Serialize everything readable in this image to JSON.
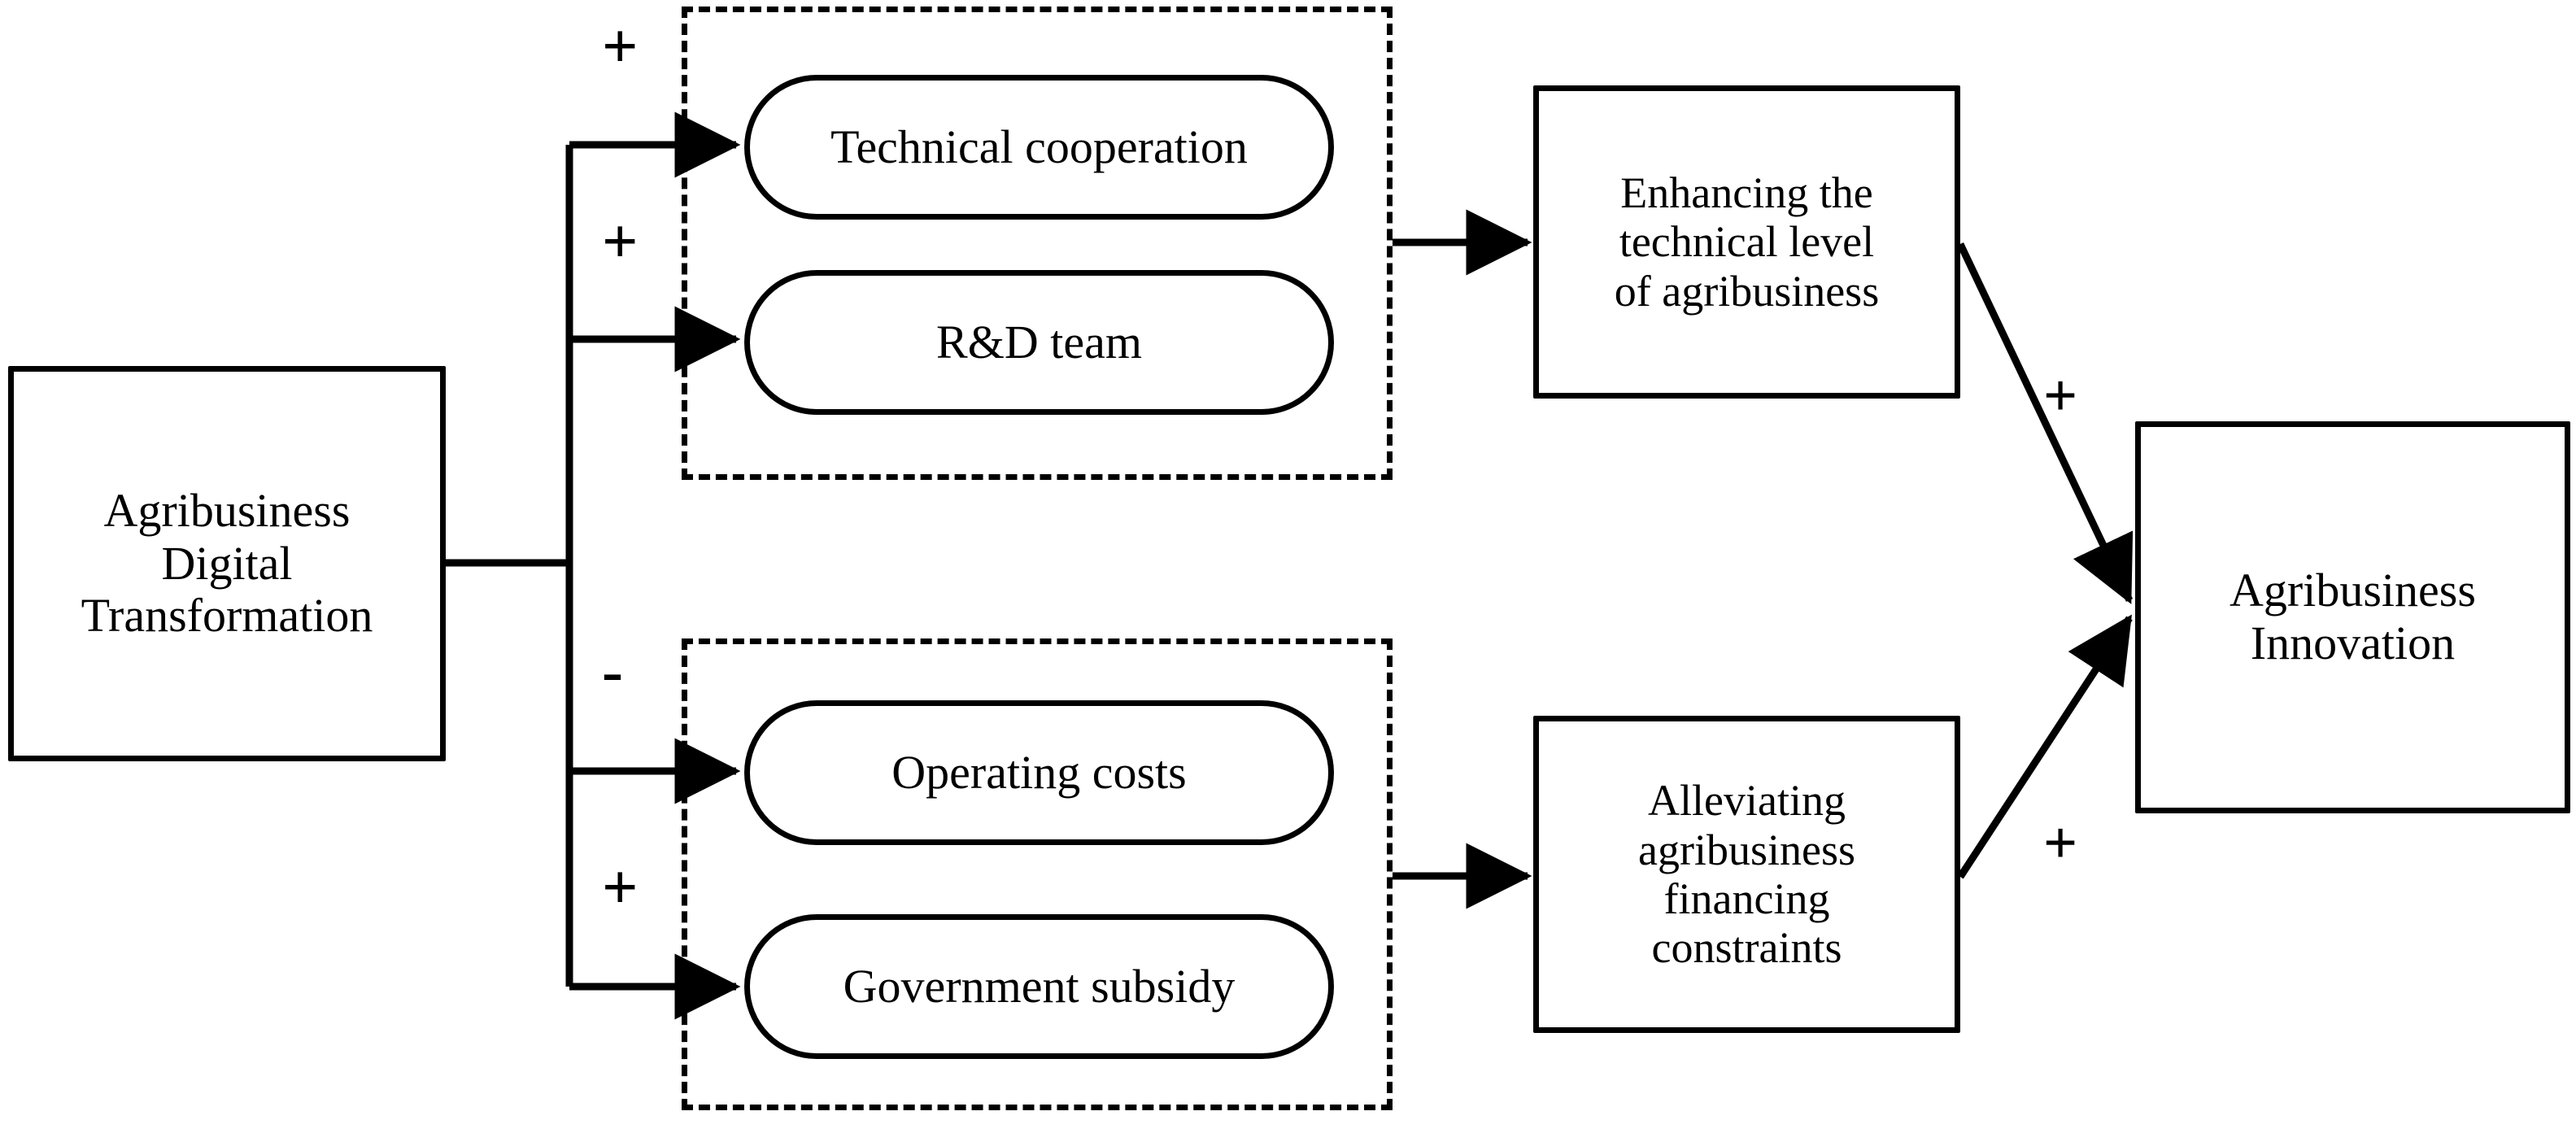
{
  "diagram": {
    "type": "flow-diagram",
    "background_color": "#ffffff",
    "line_color": "#000000",
    "nodes": {
      "source": {
        "label": "Agribusiness\nDigital\nTransformation"
      },
      "mediators_technical": [
        {
          "label": "Technical cooperation"
        },
        {
          "label": "R&D team"
        }
      ],
      "mediators_financial": [
        {
          "label": "Operating costs"
        },
        {
          "label": "Government subsidy"
        }
      ],
      "outcome_technical": {
        "label": "Enhancing the\ntechnical level\nof agribusiness"
      },
      "outcome_financial": {
        "label": "Alleviating\nagribusiness\nfinancing\nconstraints"
      },
      "target": {
        "label": "Agribusiness\nInnovation"
      }
    },
    "edge_signs": {
      "to_technical_cooperation": "+",
      "to_rd_team": "+",
      "to_operating_costs": "-",
      "to_government_subsidy": "+",
      "technical_to_innovation": "+",
      "financial_to_innovation": "+"
    }
  }
}
